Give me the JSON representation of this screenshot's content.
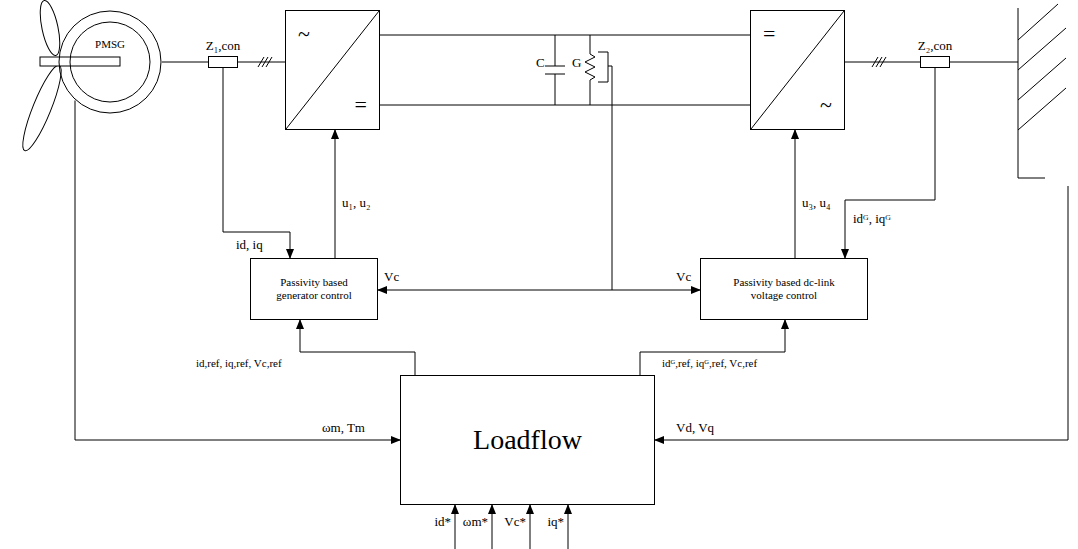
{
  "diagram": {
    "nodes": [
      {
        "text": [
          "PMSG"
        ]
      },
      {
        "text": [
          "Z₁,con"
        ]
      },
      {
        "text": [
          "~",
          "="
        ]
      },
      {
        "text": [
          "=",
          "~"
        ]
      },
      {
        "text": [
          "Z₂,con"
        ]
      },
      {
        "text": [
          "Passivity based generator control"
        ]
      },
      {
        "text": [
          "Passivity based dc-link voltage control"
        ]
      },
      {
        "text": [
          "Loadflow"
        ]
      }
    ],
    "edges": [
      {
        "from": 0,
        "to": 1,
        "arrow": "none"
      },
      {
        "from": 1,
        "to": 2,
        "arrow": "none"
      },
      {
        "from": 2,
        "to": 3,
        "arrow": "none"
      },
      {
        "from": 3,
        "to": 4,
        "arrow": "none"
      },
      {
        "from": 1,
        "to": 5,
        "arrow": "to",
        "label": "id, iq"
      },
      {
        "from": 5,
        "to": 2,
        "arrow": "to",
        "label": "u₁, u₂"
      },
      {
        "from": 6,
        "to": 3,
        "arrow": "to",
        "label": "u₃, u₄"
      },
      {
        "from": 4,
        "to": 6,
        "arrow": "to",
        "label": "idᴳ, iqᴳ"
      },
      {
        "from": 7,
        "to": 5,
        "arrow": "to",
        "label": "id,ref, iq,ref, Vc,ref"
      },
      {
        "from": 7,
        "to": 6,
        "arrow": "to",
        "label": "idᴳ,ref, iqᴳ,ref, Vc,ref"
      },
      {
        "from": 0,
        "to": 7,
        "arrow": "to",
        "label": "ωm, Tm"
      }
    ],
    "labels": [
      "C",
      "G",
      "Vc",
      "Vc",
      "Vd, Vq",
      "id*",
      "ωm*",
      "Vc*",
      "iq*"
    ]
  }
}
